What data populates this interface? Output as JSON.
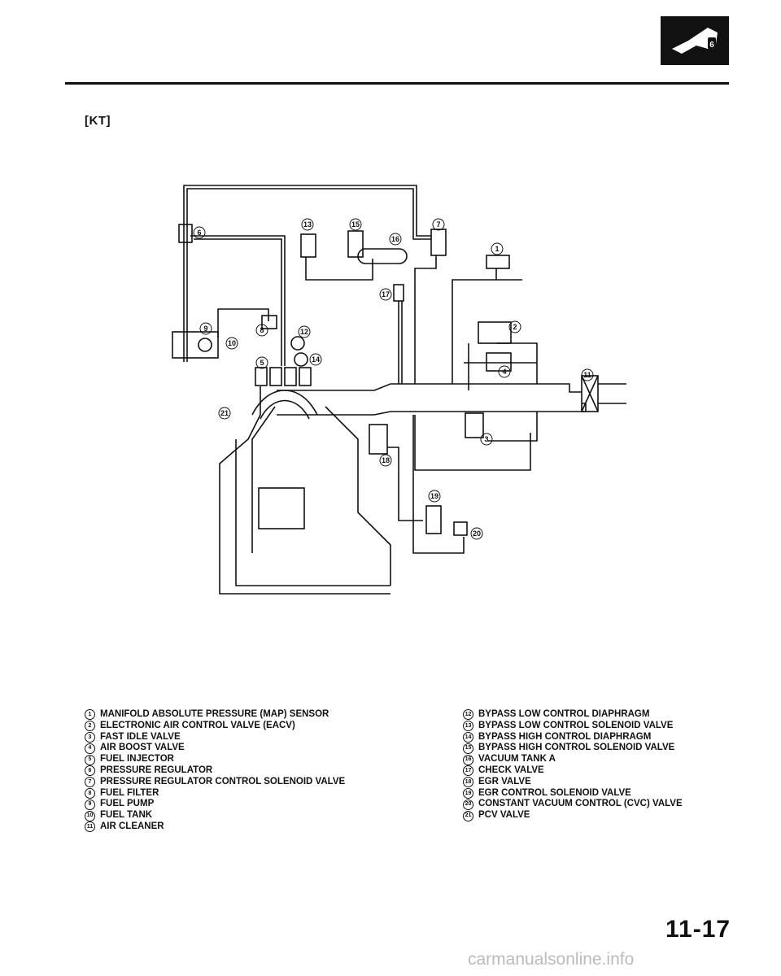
{
  "header": {
    "model": "[KT]",
    "logo_icon": "fuel-nozzle-icon"
  },
  "diagram": {
    "callouts": [
      "1",
      "2",
      "3",
      "4",
      "5",
      "6",
      "7",
      "8",
      "9",
      "10",
      "11",
      "12",
      "13",
      "14",
      "15",
      "16",
      "17",
      "18",
      "19",
      "20",
      "21"
    ]
  },
  "legend_left": [
    {
      "num": "1",
      "label": "MANIFOLD ABSOLUTE PRESSURE (MAP) SENSOR"
    },
    {
      "num": "2",
      "label": "ELECTRONIC AIR CONTROL VALVE (EACV)"
    },
    {
      "num": "3",
      "label": "FAST IDLE VALVE"
    },
    {
      "num": "4",
      "label": "AIR BOOST VALVE"
    },
    {
      "num": "5",
      "label": "FUEL INJECTOR"
    },
    {
      "num": "6",
      "label": "PRESSURE REGULATOR"
    },
    {
      "num": "7",
      "label": "PRESSURE REGULATOR CONTROL SOLENOID VALVE"
    },
    {
      "num": "8",
      "label": "FUEL FILTER"
    },
    {
      "num": "9",
      "label": "FUEL PUMP"
    },
    {
      "num": "10",
      "label": "FUEL TANK"
    },
    {
      "num": "11",
      "label": "AIR CLEANER"
    }
  ],
  "legend_right": [
    {
      "num": "12",
      "label": "BYPASS LOW CONTROL DIAPHRAGM"
    },
    {
      "num": "13",
      "label": "BYPASS LOW CONTROL SOLENOID VALVE"
    },
    {
      "num": "14",
      "label": "BYPASS HIGH CONTROL DIAPHRAGM"
    },
    {
      "num": "15",
      "label": "BYPASS HIGH CONTROL SOLENOID VALVE"
    },
    {
      "num": "16",
      "label": "VACUUM TANK A"
    },
    {
      "num": "17",
      "label": "CHECK VALVE"
    },
    {
      "num": "18",
      "label": "EGR VALVE"
    },
    {
      "num": "19",
      "label": "EGR CONTROL SOLENOID VALVE"
    },
    {
      "num": "20",
      "label": "CONSTANT VACUUM CONTROL (CVC) VALVE"
    },
    {
      "num": "21",
      "label": "PCV VALVE"
    }
  ],
  "page_number": "11-17",
  "footer": "carmanualsonline.info"
}
